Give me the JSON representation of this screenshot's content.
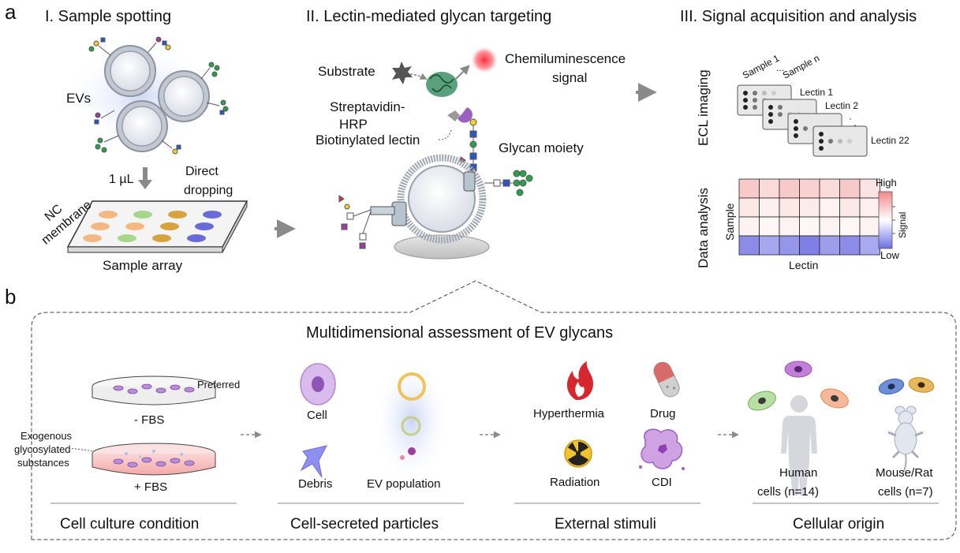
{
  "panel_a": {
    "label": "a",
    "step1": {
      "title": "I. Sample spotting",
      "evs_label": "EVs",
      "volume_label": "1 µL",
      "direct_label_1": "Direct",
      "direct_label_2": "dropping",
      "nc_label_1": "NC",
      "nc_label_2": "membrane",
      "array_label": "Sample array"
    },
    "step2": {
      "title": "II. Lectin-mediated glycan targeting",
      "substrate_label": "Substrate",
      "chemi_label_1": "Chemiluminescence",
      "chemi_label_2": "signal",
      "strep_label_1": "Streptavidin-",
      "strep_label_2": "HRP",
      "biotin_label": "Biotinylated lectin",
      "glycan_label": "Glycan moiety"
    },
    "step3": {
      "title": "III. Signal acquisition and analysis",
      "ecl_label": "ECL imaging",
      "sample1_label": "Sample 1",
      "dots_label": "...",
      "samplen_label": "Sample n",
      "lectin1_label": "Lectin 1",
      "lectin2_label": "Lectin 2",
      "lectin22_label": "Lectin 22",
      "data_label": "Data analysis",
      "sample_axis": "Sample",
      "lectin_axis": "Lectin",
      "high_label": "High",
      "low_label": "Low",
      "signal_label": "Signal"
    }
  },
  "panel_b": {
    "label": "b",
    "title": "Multidimensional assessment of EV glycans",
    "culture": {
      "preferred_label": "Preferred",
      "minus_fbs": "- FBS",
      "exo_1": "Exogenous",
      "exo_2": "glycosylated",
      "exo_3": "substances",
      "plus_fbs": "+ FBS",
      "caption": "Cell culture condition"
    },
    "particles": {
      "cell_label": "Cell",
      "debris_label": "Debris",
      "ev_pop_label": "EV population",
      "caption": "Cell-secreted particles"
    },
    "stimuli": {
      "hyper_label": "Hyperthermia",
      "drug_label": "Drug",
      "radiation_label": "Radiation",
      "cdi_label": "CDI",
      "caption": "External stimuli"
    },
    "origin": {
      "human_1": "Human",
      "human_2": "cells (n=14)",
      "mouse_1": "Mouse/Rat",
      "mouse_2": "cells (n=7)",
      "caption": "Cellular origin"
    }
  },
  "colors": {
    "heat_high": "#f4a6a6",
    "heat_low": "#7a7ae6",
    "glycan_green": "#2e9e4f",
    "glycan_blue": "#2b55c0",
    "glycan_yellow": "#f2d22e",
    "glycan_red": "#d8343a",
    "glycan_purple": "#9b3e9e"
  }
}
